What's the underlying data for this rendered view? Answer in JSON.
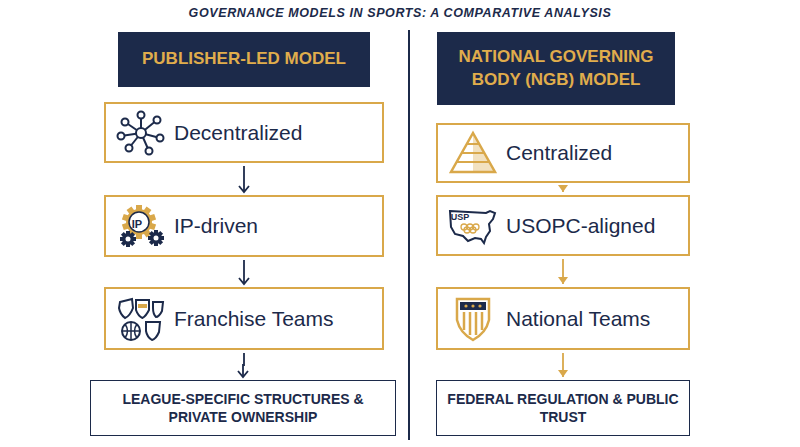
{
  "diagram": {
    "title": "GOVERNANCE MODELS IN SPORTS: A COMPARATIVE ANALYSIS",
    "nodes": [
      {
        "text": [
          "PUBLISHER-LED MODEL"
        ]
      },
      {
        "text": [
          "Decentralized"
        ]
      },
      {
        "text": [
          "IP-driven"
        ]
      },
      {
        "text": [
          "Franchise Teams"
        ]
      },
      {
        "text": [
          "LEAGUE-SPECIFIC STRUCTURES & PRIVATE OWNERSHIP"
        ]
      },
      {
        "text": [
          "NATIONAL GOVERNING BODY (NGB) MODEL"
        ]
      },
      {
        "text": [
          "Centralized"
        ]
      },
      {
        "text": [
          "USOPC-aligned"
        ]
      },
      {
        "text": [
          "National Teams"
        ]
      },
      {
        "text": [
          "FEDERAL REGULATION & PUBLIC TRUST"
        ]
      }
    ],
    "edges": [
      {
        "from": 1,
        "to": 2,
        "arrow": "to"
      },
      {
        "from": 2,
        "to": 3,
        "arrow": "to"
      },
      {
        "from": 3,
        "to": 4,
        "arrow": "to"
      },
      {
        "from": 6,
        "to": 7,
        "arrow": "to"
      },
      {
        "from": 7,
        "to": 8,
        "arrow": "to"
      },
      {
        "from": 8,
        "to": 9,
        "arrow": "to"
      }
    ],
    "labels": [
      "IP",
      "USP"
    ]
  }
}
